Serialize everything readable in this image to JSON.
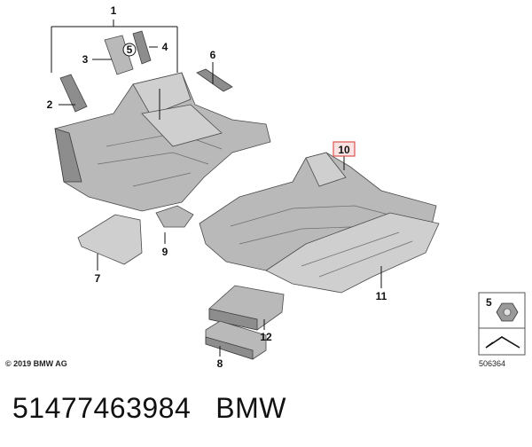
{
  "callouts": {
    "c1": "1",
    "c2": "2",
    "c3": "3",
    "c4": "4",
    "c5": "5",
    "c6": "6",
    "c7": "7",
    "c8": "8",
    "c9": "9",
    "c10": "10",
    "c11": "11",
    "c12": "12",
    "legend5": "5"
  },
  "colors": {
    "highlight": "#d9534f"
  },
  "copyright": "© 2019 BMW AG",
  "reference_number": "506364",
  "footer": {
    "part_number": "51477463984",
    "brand": "BMW"
  }
}
